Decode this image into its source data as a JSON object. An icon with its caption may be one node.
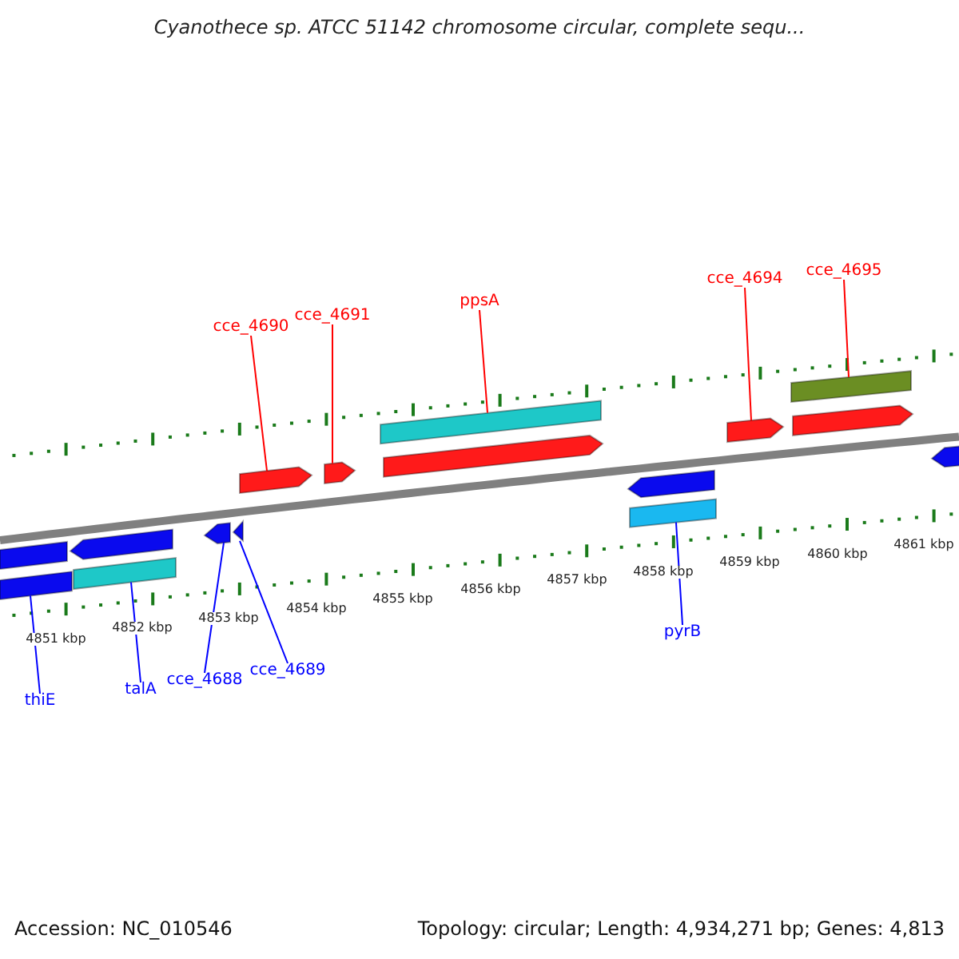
{
  "diagram": {
    "title": "Cyanothece sp. ATCC 51142 chromosome circular, complete sequ...",
    "nodes": [
      {
        "text": [
          "cce_4690"
        ]
      },
      {
        "text": [
          "cce_4691"
        ]
      },
      {
        "text": [
          "ppsA"
        ]
      },
      {
        "text": [
          "cce_4694"
        ]
      },
      {
        "text": [
          "cce_4695"
        ]
      },
      {
        "text": [
          "thiE"
        ]
      },
      {
        "text": [
          "talA"
        ]
      },
      {
        "text": [
          "cce_4688"
        ]
      },
      {
        "text": [
          "cce_4689"
        ]
      },
      {
        "text": [
          "pyrB"
        ]
      },
      {
        "text": [],
        "shape": "bar"
      },
      {
        "text": [],
        "shape": "bar"
      },
      {
        "text": [],
        "shape": "bar"
      },
      {
        "text": [],
        "shape": "bar"
      },
      {
        "text": [],
        "shape": "bar"
      },
      {
        "text": [],
        "shape": "bar"
      },
      {
        "text": [],
        "shape": "bar"
      },
      {
        "text": [],
        "shape": "bar"
      },
      {
        "text": [],
        "shape": "bar"
      },
      {
        "text": [],
        "shape": "bar"
      },
      {
        "text": [],
        "shape": "bar"
      },
      {
        "text": [],
        "shape": "bar"
      },
      {
        "text": [],
        "shape": "bar"
      },
      {
        "text": [],
        "shape": "bar"
      },
      {
        "text": [],
        "shape": "bar"
      },
      {
        "text": [],
        "shape": "bar"
      }
    ],
    "edges": [
      {
        "from": 0,
        "to": 10,
        "arrow": "none"
      },
      {
        "from": 1,
        "to": 11,
        "arrow": "none"
      },
      {
        "from": 2,
        "to": 12,
        "arrow": "none"
      },
      {
        "from": 3,
        "to": 14,
        "arrow": "none"
      },
      {
        "from": 4,
        "to": 15,
        "arrow": "none"
      },
      {
        "from": 5,
        "to": 18,
        "arrow": "none",
        "color": "#0000ff"
      },
      {
        "from": 6,
        "to": 20,
        "arrow": "none",
        "color": "#0000ff"
      },
      {
        "from": 7,
        "to": 21,
        "arrow": "none",
        "color": "#0000ff"
      },
      {
        "from": 8,
        "to": 22,
        "arrow": "none",
        "color": "#0000ff"
      },
      {
        "from": 9,
        "to": 24,
        "arrow": "none",
        "color": "#0000ff"
      }
    ],
    "labels": [
      "4851 kbp",
      "4852 kbp",
      "4853 kbp",
      "4854 kbp",
      "4855 kbp",
      "4856 kbp",
      "4857 kbp",
      "4858 kbp",
      "4859 kbp",
      "4860 kbp",
      "4861 kbp",
      "Accession: NC_010546",
      "Topology: circular; Length: 4,934,271 bp; Genes: 4,813"
    ]
  }
}
